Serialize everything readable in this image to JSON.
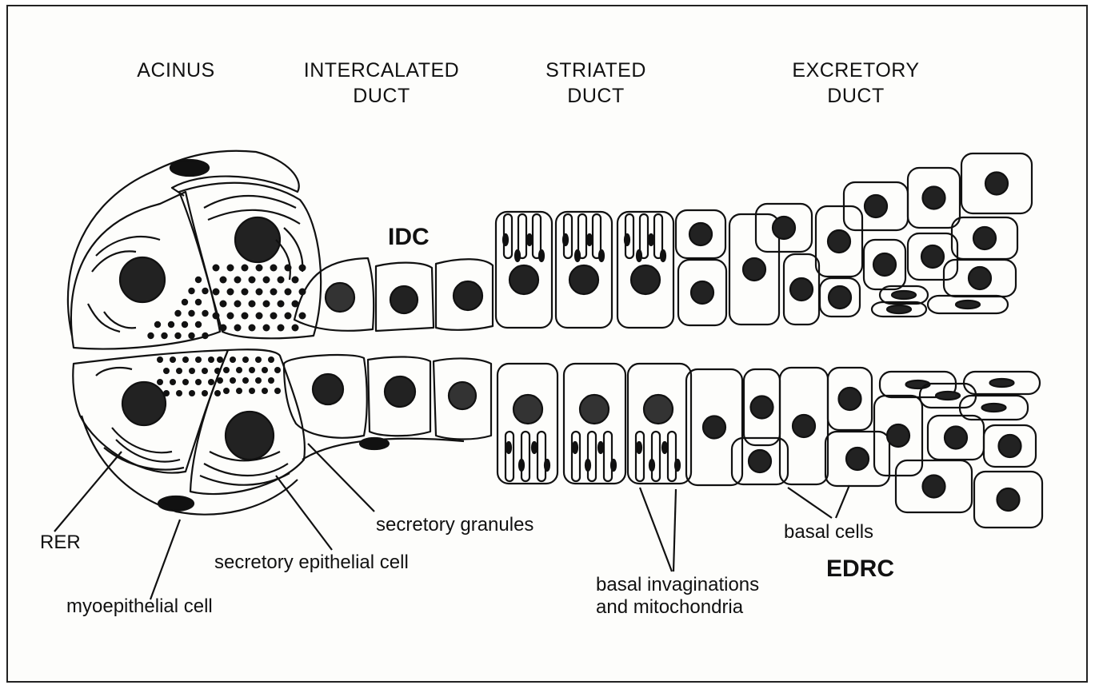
{
  "headers": {
    "acinus": "ACINUS",
    "intercalated": [
      "INTERCALATED",
      "DUCT"
    ],
    "striated": [
      "STRIATED",
      "DUCT"
    ],
    "excretory": [
      "EXCRETORY",
      "DUCT"
    ]
  },
  "labels": {
    "idc": "IDC",
    "edrc": "EDRC",
    "rer": "RER",
    "myoepithelial": "myoepithelial cell",
    "secretory_epithelial": "secretory epithelial cell",
    "secretory_granules": "secretory granules",
    "basal_invaginations": [
      "basal invaginations",
      "and mitochondria"
    ],
    "basal_cells": "basal cells"
  },
  "colors": {
    "ink": "#111111",
    "paper": "#fdfdfb"
  }
}
